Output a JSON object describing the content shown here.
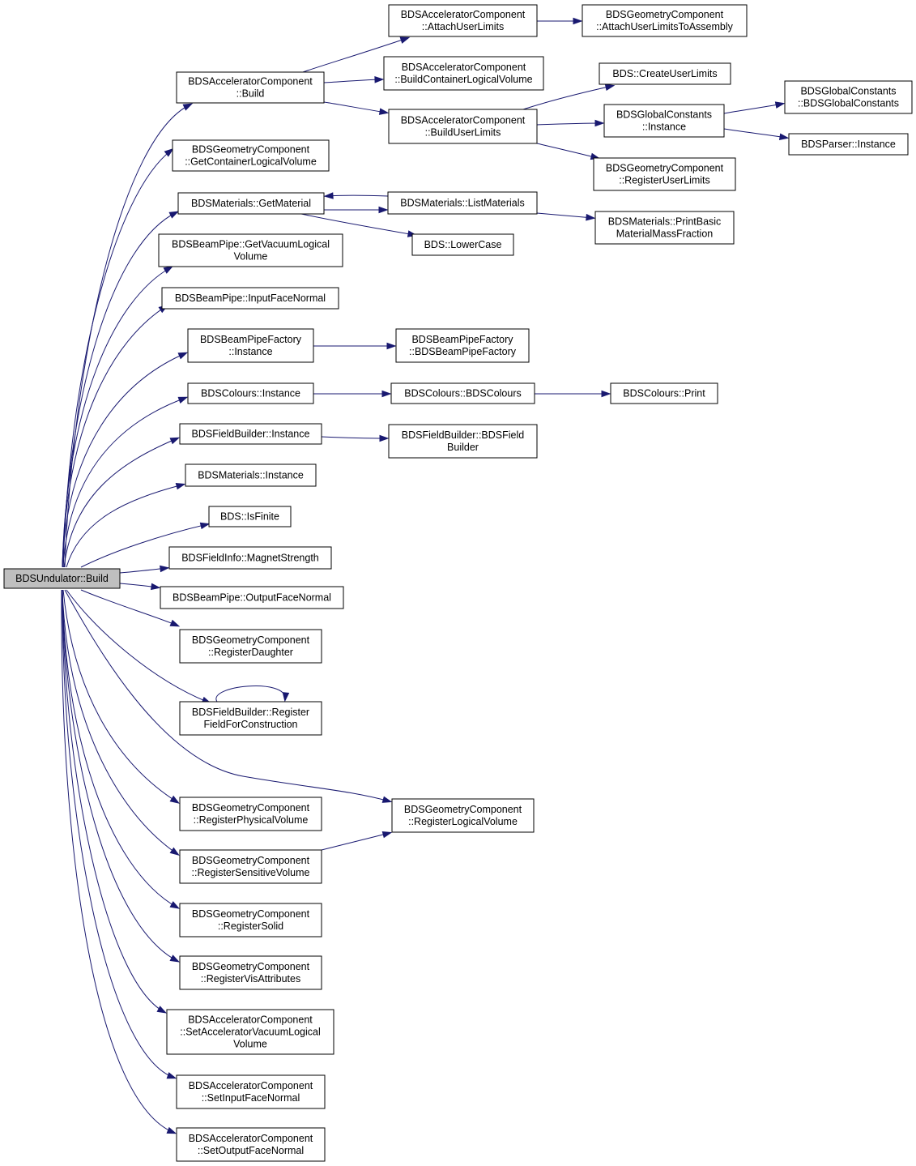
{
  "diagram": {
    "title": "",
    "colors": {
      "edge": "#191970",
      "root_fill": "#bfbfbf",
      "node_fill": "#ffffff",
      "node_border": "#000000"
    },
    "nodes": [
      {
        "id": "n0",
        "lines": [
          "BDSUndulator::Build"
        ]
      },
      {
        "id": "n1",
        "lines": [
          "BDSAcceleratorComponent",
          "::Build"
        ]
      },
      {
        "id": "n2",
        "lines": [
          "BDSGeometryComponent",
          "::GetContainerLogicalVolume"
        ]
      },
      {
        "id": "n3",
        "lines": [
          "BDSMaterials::GetMaterial"
        ]
      },
      {
        "id": "n4",
        "lines": [
          "BDSBeamPipe::GetVacuumLogical",
          "Volume"
        ]
      },
      {
        "id": "n5",
        "lines": [
          "BDSBeamPipe::InputFaceNormal"
        ]
      },
      {
        "id": "n6",
        "lines": [
          "BDSBeamPipeFactory",
          "::Instance"
        ]
      },
      {
        "id": "n7",
        "lines": [
          "BDSColours::Instance"
        ]
      },
      {
        "id": "n8",
        "lines": [
          "BDSFieldBuilder::Instance"
        ]
      },
      {
        "id": "n9",
        "lines": [
          "BDSMaterials::Instance"
        ]
      },
      {
        "id": "n10",
        "lines": [
          "BDS::IsFinite"
        ]
      },
      {
        "id": "n11",
        "lines": [
          "BDSFieldInfo::MagnetStrength"
        ]
      },
      {
        "id": "n12",
        "lines": [
          "BDSBeamPipe::OutputFaceNormal"
        ]
      },
      {
        "id": "n13",
        "lines": [
          "BDSGeometryComponent",
          "::RegisterDaughter"
        ]
      },
      {
        "id": "n14",
        "lines": [
          "BDSFieldBuilder::Register",
          "FieldForConstruction"
        ]
      },
      {
        "id": "n15",
        "lines": [
          "BDSGeometryComponent",
          "::RegisterLogicalVolume"
        ]
      },
      {
        "id": "n16",
        "lines": [
          "BDSGeometryComponent",
          "::RegisterPhysicalVolume"
        ]
      },
      {
        "id": "n17",
        "lines": [
          "BDSGeometryComponent",
          "::RegisterSensitiveVolume"
        ]
      },
      {
        "id": "n18",
        "lines": [
          "BDSGeometryComponent",
          "::RegisterSolid"
        ]
      },
      {
        "id": "n19",
        "lines": [
          "BDSGeometryComponent",
          "::RegisterVisAttributes"
        ]
      },
      {
        "id": "n20",
        "lines": [
          "BDSAcceleratorComponent",
          "::SetAcceleratorVacuumLogical",
          "Volume"
        ]
      },
      {
        "id": "n21",
        "lines": [
          "BDSAcceleratorComponent",
          "::SetInputFaceNormal"
        ]
      },
      {
        "id": "n22",
        "lines": [
          "BDSAcceleratorComponent",
          "::SetOutputFaceNormal"
        ]
      },
      {
        "id": "n23",
        "lines": [
          "BDSAcceleratorComponent",
          "::AttachUserLimits"
        ]
      },
      {
        "id": "n24",
        "lines": [
          "BDSAcceleratorComponent",
          "::BuildContainerLogicalVolume"
        ]
      },
      {
        "id": "n25",
        "lines": [
          "BDSAcceleratorComponent",
          "::BuildUserLimits"
        ]
      },
      {
        "id": "n26",
        "lines": [
          "BDSGeometryComponent",
          "::AttachUserLimitsToAssembly"
        ]
      },
      {
        "id": "n27",
        "lines": [
          "BDS::CreateUserLimits"
        ]
      },
      {
        "id": "n28",
        "lines": [
          "BDSGlobalConstants",
          "::Instance"
        ]
      },
      {
        "id": "n29",
        "lines": [
          "BDSGeometryComponent",
          "::RegisterUserLimits"
        ]
      },
      {
        "id": "n30",
        "lines": [
          "BDSGlobalConstants",
          "::BDSGlobalConstants"
        ]
      },
      {
        "id": "n31",
        "lines": [
          "BDSParser::Instance"
        ]
      },
      {
        "id": "n32",
        "lines": [
          "BDSMaterials::ListMaterials"
        ]
      },
      {
        "id": "n33",
        "lines": [
          "BDS::LowerCase"
        ]
      },
      {
        "id": "n34",
        "lines": [
          "BDSMaterials::PrintBasic",
          "MaterialMassFraction"
        ]
      },
      {
        "id": "n35",
        "lines": [
          "BDSBeamPipeFactory",
          "::BDSBeamPipeFactory"
        ]
      },
      {
        "id": "n36",
        "lines": [
          "BDSColours::BDSColours"
        ]
      },
      {
        "id": "n37",
        "lines": [
          "BDSColours::Print"
        ]
      },
      {
        "id": "n38",
        "lines": [
          "BDSFieldBuilder::BDSField",
          "Builder"
        ]
      }
    ],
    "edges": [
      [
        "n0",
        "n1"
      ],
      [
        "n0",
        "n2"
      ],
      [
        "n0",
        "n3"
      ],
      [
        "n0",
        "n4"
      ],
      [
        "n0",
        "n5"
      ],
      [
        "n0",
        "n6"
      ],
      [
        "n0",
        "n7"
      ],
      [
        "n0",
        "n8"
      ],
      [
        "n0",
        "n9"
      ],
      [
        "n0",
        "n10"
      ],
      [
        "n0",
        "n11"
      ],
      [
        "n0",
        "n12"
      ],
      [
        "n0",
        "n13"
      ],
      [
        "n0",
        "n14"
      ],
      [
        "n0",
        "n15"
      ],
      [
        "n0",
        "n16"
      ],
      [
        "n0",
        "n17"
      ],
      [
        "n0",
        "n18"
      ],
      [
        "n0",
        "n19"
      ],
      [
        "n0",
        "n20"
      ],
      [
        "n0",
        "n21"
      ],
      [
        "n0",
        "n22"
      ],
      [
        "n1",
        "n23"
      ],
      [
        "n1",
        "n24"
      ],
      [
        "n1",
        "n25"
      ],
      [
        "n23",
        "n26"
      ],
      [
        "n25",
        "n27"
      ],
      [
        "n25",
        "n28"
      ],
      [
        "n25",
        "n29"
      ],
      [
        "n28",
        "n30"
      ],
      [
        "n28",
        "n31"
      ],
      [
        "n3",
        "n32"
      ],
      [
        "n3",
        "n33"
      ],
      [
        "n32",
        "n3"
      ],
      [
        "n32",
        "n34"
      ],
      [
        "n6",
        "n35"
      ],
      [
        "n7",
        "n36"
      ],
      [
        "n36",
        "n37"
      ],
      [
        "n8",
        "n38"
      ],
      [
        "n14",
        "n14"
      ],
      [
        "n17",
        "n15"
      ]
    ]
  }
}
